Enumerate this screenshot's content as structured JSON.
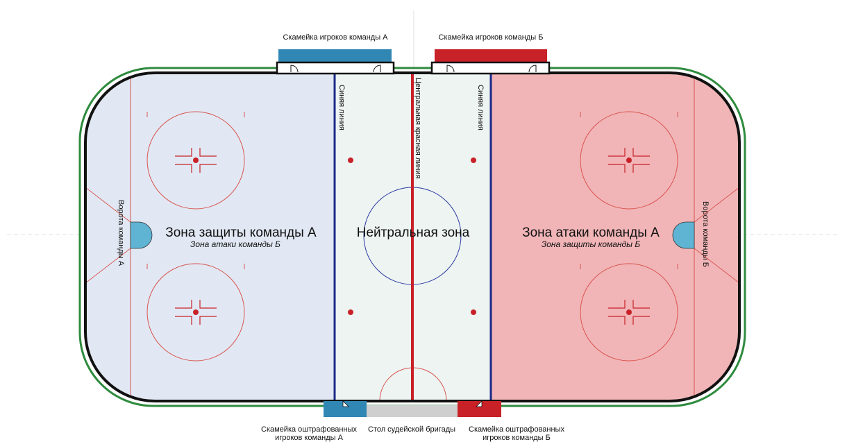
{
  "colors": {
    "team_a_zone": "#e1e8f3",
    "team_b_zone": "#f1b5b7",
    "neutral_zone": "#edf4f2",
    "team_a_bench": "#3187b4",
    "team_b_bench": "#c82128",
    "goal_crease": "#5fb4d4",
    "blue_line": "#1b2a86",
    "red_line": "#c82128",
    "board_green": "#2e8b3e"
  },
  "benches": {
    "team_a": "Скамейка игроков команды А",
    "team_b": "Скамейка игроков команды Б"
  },
  "lines": {
    "blue_left": "Синяя линия",
    "center_red": "Центральная красная линия",
    "blue_right": "Синяя линия"
  },
  "zones": {
    "defense_a_title": "Зона защиты команды А",
    "defense_a_sub": "Зона атаки команды Б",
    "neutral": "Нейтральная зона",
    "attack_a_title": "Зона атаки команды А",
    "attack_a_sub": "Зона защиты команды Б"
  },
  "goals": {
    "team_a": "Ворота команды А",
    "team_b": "Ворота команды Б"
  },
  "bottom": {
    "penalty_a_line1": "Скамейка оштрафованных",
    "penalty_a_line2": "игроков команды А",
    "judges_table": "Стол судейской бригады",
    "penalty_b_line1": "Скамейка оштрафованных",
    "penalty_b_line2": "игроков команды Б"
  }
}
